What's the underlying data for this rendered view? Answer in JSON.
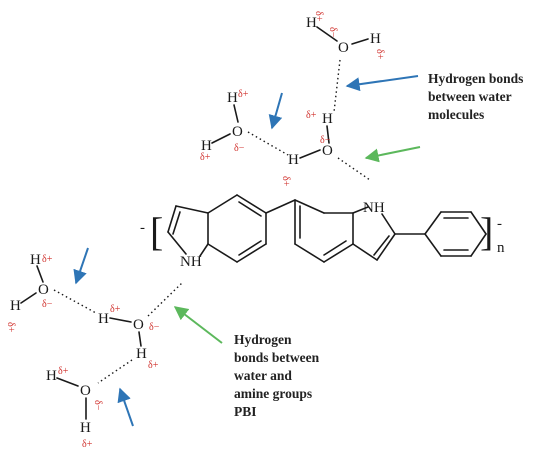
{
  "atoms": {
    "H": "H",
    "O": "O",
    "N": "N",
    "NH": "NH"
  },
  "charges": {
    "partial_positive": "δ+",
    "partial_negative": "δ−"
  },
  "polymer": {
    "bracket_open": "[",
    "bracket_close": "]",
    "end_dash": "-",
    "subscript": "n"
  },
  "labels": {
    "water_water": [
      "Hydrogen bonds",
      "between water",
      "molecules"
    ],
    "water_amine": [
      "Hydrogen",
      "bonds between",
      "water and",
      "amine groups",
      "PBI"
    ]
  },
  "colors": {
    "water_arrow": "#2e75b6",
    "amine_arrow": "#5cb85c",
    "charge_text": "#d0312d"
  }
}
